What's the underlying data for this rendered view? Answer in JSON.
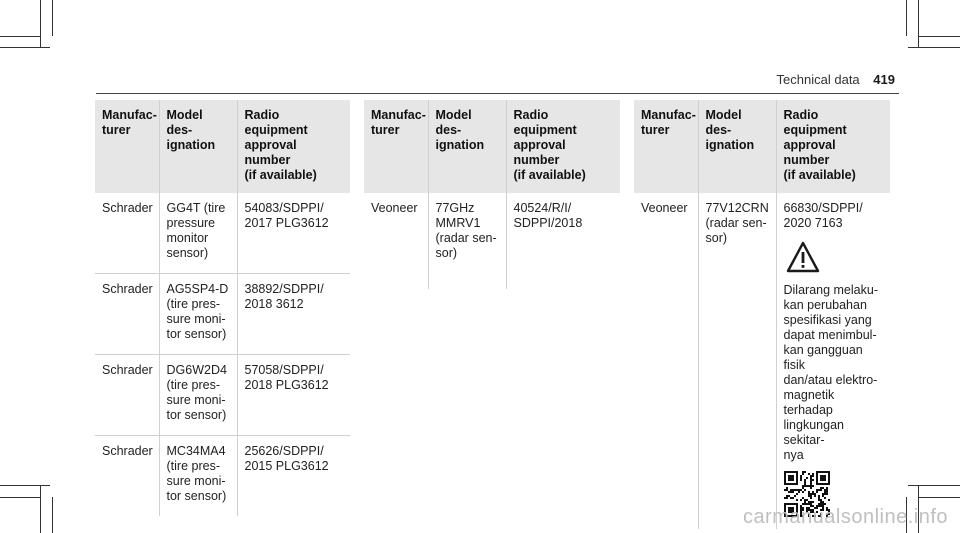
{
  "header": {
    "title": "Technical data",
    "page_number": "419"
  },
  "columns": [
    "Manufac-\nturer",
    "Model des-\nignation",
    "Radio equipment\napproval number\n(if available)"
  ],
  "table1": {
    "rows": [
      [
        "Schrader",
        "GG4T (tire\npressure\nmonitor\nsensor)",
        "54083/SDPPI/\n2017 PLG3612"
      ],
      [
        "Schrader",
        "AG5SP4-D\n(tire pres-\nsure moni-\ntor sensor)",
        "38892/SDPPI/\n2018 3612"
      ],
      [
        "Schrader",
        "DG6W2D4\n(tire pres-\nsure moni-\ntor sensor)",
        "57058/SDPPI/\n2018 PLG3612"
      ],
      [
        "Schrader",
        "MC34MA4\n(tire pres-\nsure moni-\ntor sensor)",
        "25626/SDPPI/\n2015 PLG3612"
      ]
    ]
  },
  "table2": {
    "rows": [
      [
        "Veoneer",
        "77GHz\nMMRV1\n(radar sen-\nsor)",
        "40524/R/I/\nSDPPI/2018"
      ]
    ]
  },
  "table3": {
    "row": {
      "manufacturer": "Veoneer",
      "model": "77V12CRN\n(radar sen-\nsor)",
      "number": "66830/SDPPI/\n2020 7163",
      "warning_text": "Dilarang melaku-\nkan perubahan\nspesifikasi yang\ndapat menimbul-\nkan gangguan fisik\ndan/atau elektro-\nmagnetik terhadap\nlingkungan sekitar-\nnya"
    }
  },
  "icons": {
    "warning": "warning-triangle-icon",
    "qr": "qr-code-icon"
  },
  "watermark": "carmanualsonline.info"
}
